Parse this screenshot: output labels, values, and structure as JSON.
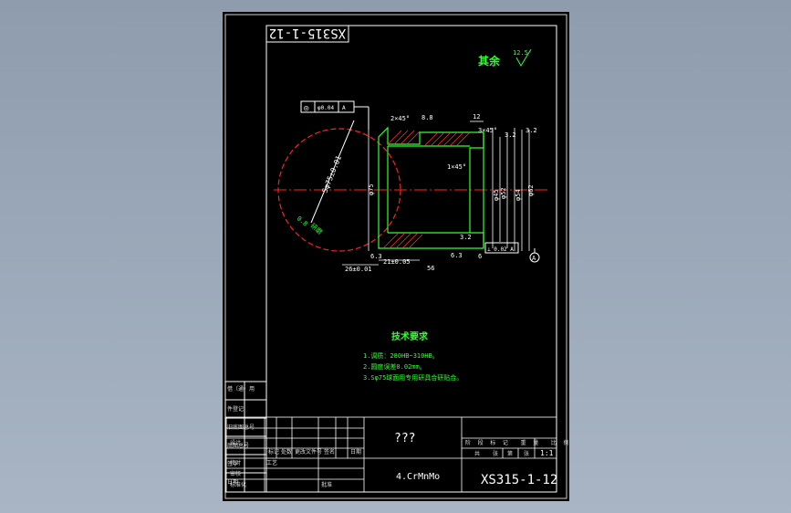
{
  "drawing_code_rotated": "XS315-1-12",
  "roughness_other": {
    "label": "其余",
    "value": "12.5"
  },
  "tolerance_frame": {
    "symbol": "◎",
    "value": "φ0.04",
    "datum": "A"
  },
  "dimensions": {
    "chamfer_2x45": "2×45°",
    "roughness_top": "8.8",
    "depth_12": "12",
    "chamfer_3x45": "3×45°",
    "roughness_32a": "3.2",
    "roughness_32b": "3.2",
    "roughness_32c": "3.2",
    "chamfer_1x45": "1×45°",
    "dia_75": "φ75",
    "dia_45": "φ45",
    "dia_52": "φ52",
    "dia_54": "φ54",
    "dia_62": "φ62",
    "sphere_radius": "Sφ75±0.01",
    "sphere_rough": "0.8",
    "sphere_note": "研磨",
    "len_26": "26±0.01",
    "len_21": "21±0.05",
    "len_56": "56",
    "len_6": "6",
    "rough_63a": "6.3",
    "rough_63b": "6.3",
    "perp_frame": "⊥ 0.02 A",
    "datum_label": "A"
  },
  "tech_requirements": {
    "title": "技术要求",
    "items": [
      "1.调质：280HB~310HB。",
      "2.圆度误差0.02mm。",
      "3.Sφ75球面用专用研具合研贴合。"
    ]
  },
  "title_block": {
    "part_name": "???",
    "material": "4.CrMnMo",
    "drawing_code": "XS315-1-12",
    "scale": "1:1",
    "header_cells": [
      "阶",
      "段",
      "标",
      "记",
      "重",
      "量",
      "比",
      "例"
    ],
    "row_labels": [
      "标记",
      "处数",
      "更改文件号",
      "签名",
      "日期"
    ],
    "left_labels": [
      "设计",
      "校对",
      "审核",
      "工艺",
      "标准化",
      "批准"
    ],
    "sheet_labels": [
      "共",
      "张",
      "第",
      "张"
    ],
    "side_labels": [
      "借（通）用",
      "件登记",
      "旧底图总号",
      "底图总号",
      "签字",
      "日期"
    ]
  }
}
